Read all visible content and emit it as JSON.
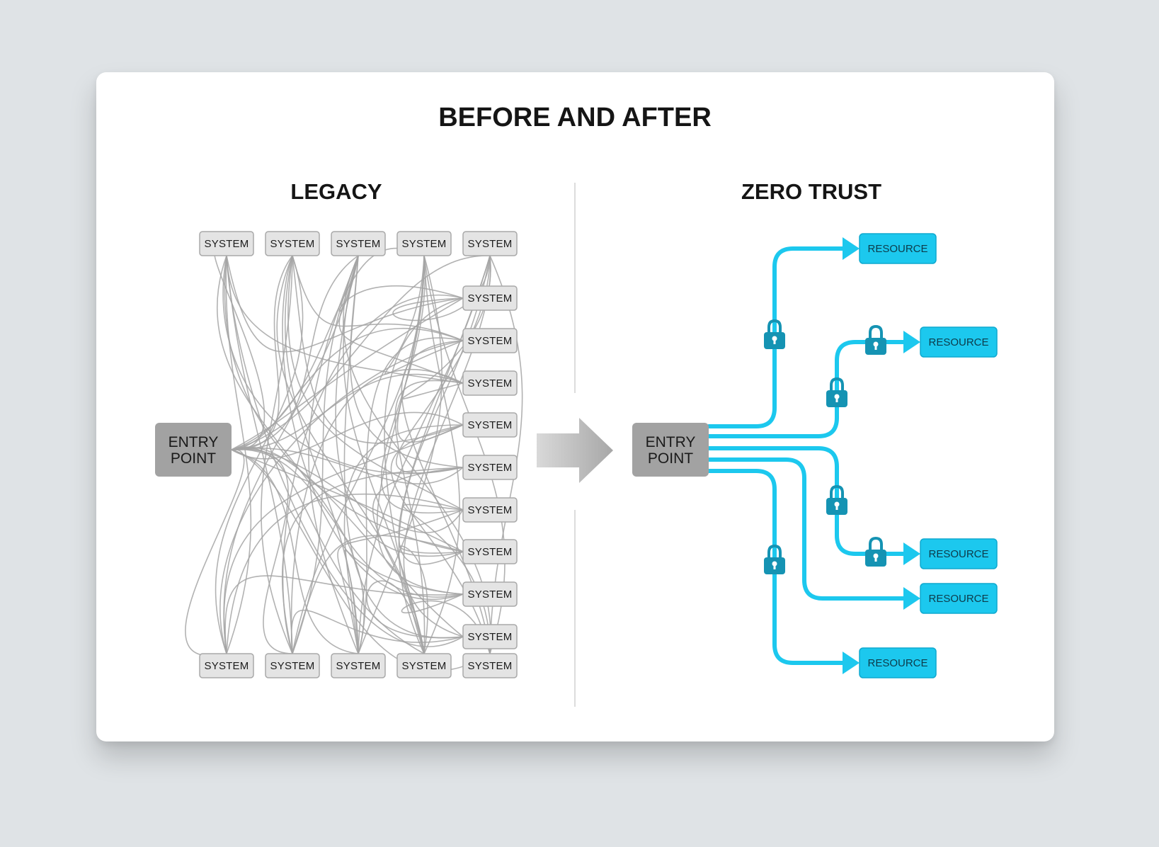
{
  "title": "BEFORE AND AFTER",
  "legacy": {
    "heading": "LEGACY",
    "entry_point": [
      "ENTRY",
      "POINT"
    ],
    "system_label": "SYSTEM",
    "top_row_count": 5,
    "right_column_count": 9,
    "bottom_row_count": 5
  },
  "zero_trust": {
    "heading": "ZERO TRUST",
    "entry_point": [
      "ENTRY",
      "POINT"
    ],
    "resource_label": "RESOURCE",
    "resources": [
      {
        "id": "r1",
        "locks": 1
      },
      {
        "id": "r2",
        "locks": 2
      },
      {
        "id": "r3",
        "locks": 2
      },
      {
        "id": "r4",
        "locks": 0
      },
      {
        "id": "r5",
        "locks": 1
      }
    ]
  },
  "colors": {
    "accent": "#1cc8ee",
    "lock": "#1593b3",
    "legacy_wire": "#a5a5a5",
    "entry_box": "#a2a2a2",
    "system_box": "#e4e4e4",
    "transition_arrow": "#b3b3b3"
  },
  "icons": {
    "transition": "right-arrow-icon",
    "lock": "padlock-icon"
  }
}
